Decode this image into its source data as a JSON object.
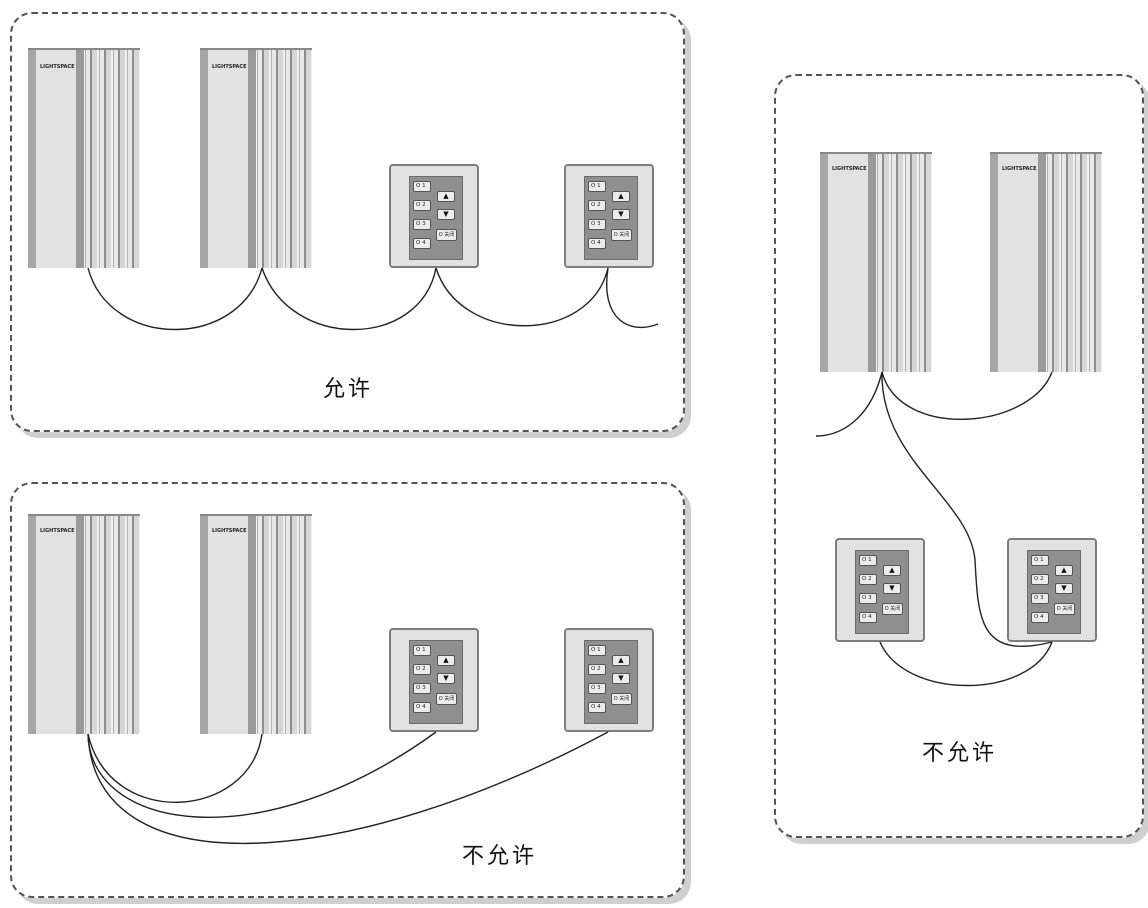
{
  "brand_label": "LIGHTSPACE",
  "keypad": {
    "buttons": [
      "O 1",
      "O 2",
      "O 3",
      "O 4"
    ],
    "up_symbol": "▲",
    "down_symbol": "▼",
    "off_label": "O 关闭"
  },
  "panels": {
    "top_left": {
      "caption": "允许"
    },
    "bottom_left": {
      "caption": "不允许"
    },
    "right": {
      "caption": "不允许"
    }
  }
}
